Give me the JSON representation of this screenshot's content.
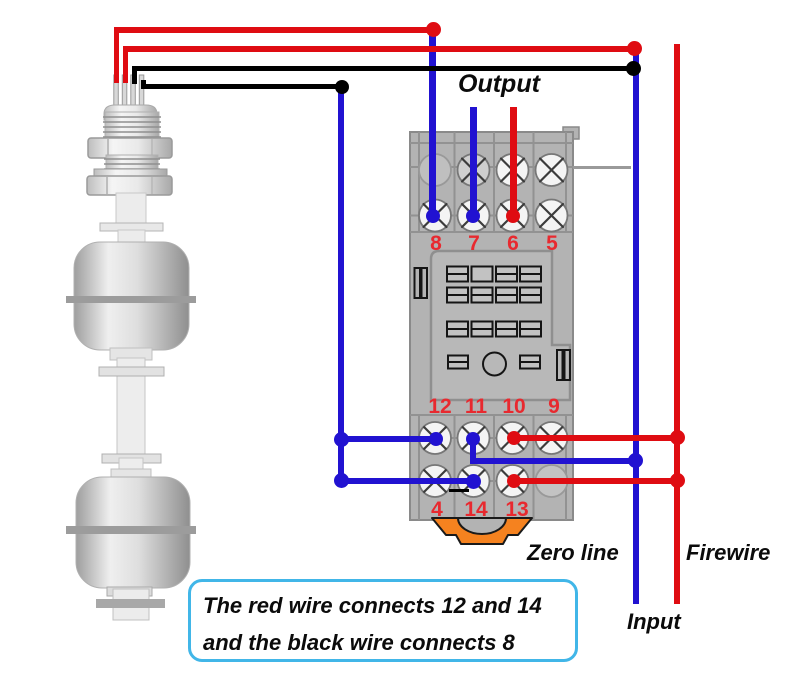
{
  "labels": {
    "output": "Output",
    "zero_line": "Zero line",
    "firewire": "Firewire",
    "input": "Input"
  },
  "note": {
    "line1": "The red wire connects 12 and 14",
    "line2": "and the black wire connects 8"
  },
  "socket": {
    "top_terminals": [
      "8",
      "7",
      "6",
      "5"
    ],
    "middle_terminals": [
      "12",
      "11",
      "10",
      "9"
    ],
    "bottom_terminals": [
      "4",
      "14",
      "13"
    ]
  },
  "colors": {
    "wire_red": "#df0c12",
    "wire_blue": "#2112d1",
    "wire_black": "#000000",
    "number_red": "#e8292f",
    "note_border": "#41b6e8",
    "clip_orange": "#f5821f",
    "socket_gray": "#b3b3b3"
  }
}
